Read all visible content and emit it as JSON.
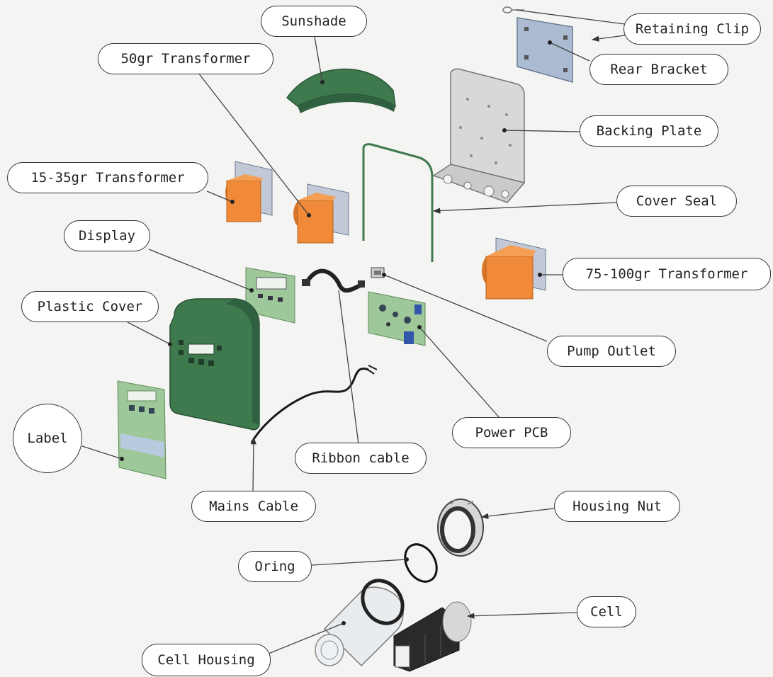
{
  "colors": {
    "background": "#f4f4f3",
    "transformer_orange": "#f08a38",
    "cover_green": "#3f7a4e",
    "pcb_green": "#9ec79a",
    "plate_gray": "#d6d8da",
    "bracket_blue": "#aabbd2",
    "leader_line": "#444444"
  },
  "labels": {
    "sunshade": "Sunshade",
    "transformer_50gr": "50gr Transformer",
    "transformer_15_35gr": "15-35gr Transformer",
    "display": "Display",
    "plastic_cover": "Plastic Cover",
    "label": "Label",
    "mains_cable": "Mains Cable",
    "ribbon_cable": "Ribbon cable",
    "power_pcb": "Power PCB",
    "pump_outlet": "Pump Outlet",
    "transformer_75_100gr": "75-100gr Transformer",
    "cover_seal": "Cover Seal",
    "backing_plate": "Backing Plate",
    "rear_bracket": "Rear Bracket",
    "retaining_clip": "Retaining Clip",
    "housing_nut": "Housing Nut",
    "oring": "Oring",
    "cell": "Cell",
    "cell_housing": "Cell Housing"
  }
}
